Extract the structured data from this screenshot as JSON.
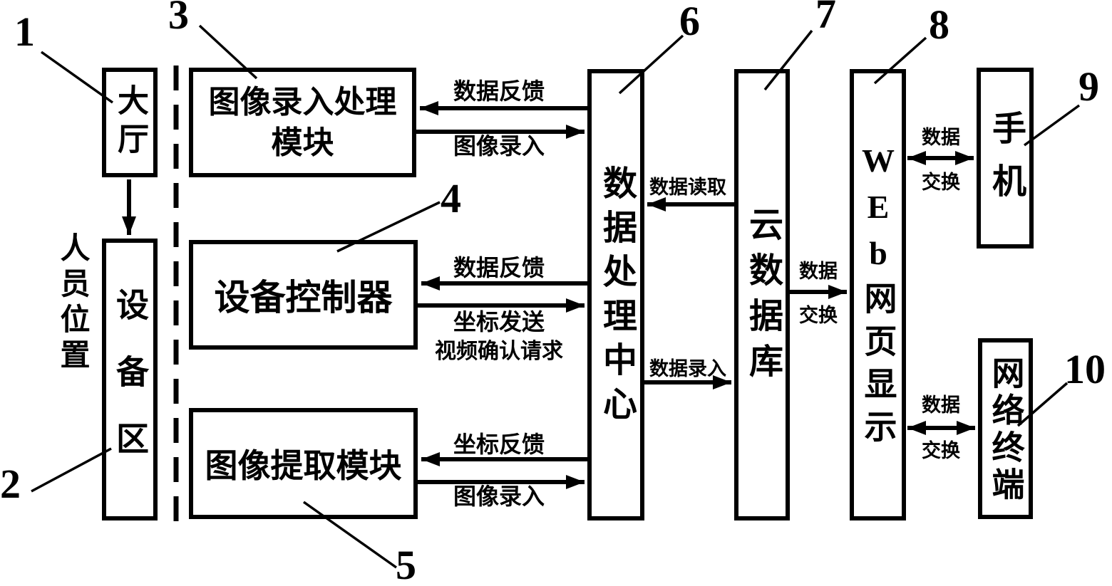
{
  "figure": {
    "type": "system-block-diagram",
    "colors": {
      "ink": "#000000",
      "background": "#ffffff"
    },
    "nodes": [
      {
        "num": "1",
        "label": "大厅"
      },
      {
        "num": "2",
        "label": "设备区"
      },
      {
        "num": "3",
        "label": "图像录入处理模块"
      },
      {
        "num": "4",
        "label": "设备控制器"
      },
      {
        "num": "5",
        "label": "图像提取模块"
      },
      {
        "num": "6",
        "label": "数据处理中心"
      },
      {
        "num": "7",
        "label": "云数据库"
      },
      {
        "num": "8",
        "label": "WEb网页显示"
      },
      {
        "num": "9",
        "label": "手机"
      },
      {
        "num": "10",
        "label": "网络终端"
      }
    ],
    "annotations": {
      "personnel_position": "人员位置"
    },
    "edges": [
      {
        "id": "hall-to-equipment",
        "from": "1",
        "to": "2",
        "labels": []
      },
      {
        "id": "dpc-to-image-input",
        "from": "6",
        "to": "3",
        "labels": [
          "数据反馈"
        ]
      },
      {
        "id": "image-input-to-dpc",
        "from": "3",
        "to": "6",
        "labels": [
          "图像录入"
        ]
      },
      {
        "id": "dpc-to-controller",
        "from": "6",
        "to": "4",
        "labels": [
          "数据反馈"
        ]
      },
      {
        "id": "controller-to-dpc",
        "from": "4",
        "to": "6",
        "labels": [
          "坐标发送",
          "视频确认请求"
        ]
      },
      {
        "id": "dpc-to-extraction",
        "from": "6",
        "to": "5",
        "labels": [
          "坐标反馈"
        ]
      },
      {
        "id": "extraction-to-dpc",
        "from": "5",
        "to": "6",
        "labels": [
          "图像录入"
        ]
      },
      {
        "id": "cloud-to-dpc",
        "from": "7",
        "to": "6",
        "labels": [
          "数据读取"
        ]
      },
      {
        "id": "dpc-to-cloud",
        "from": "6",
        "to": "7",
        "labels": [
          "数据录入"
        ]
      },
      {
        "id": "cloud-to-web",
        "from": "7",
        "to": "8",
        "labels": [
          "数据",
          "交换"
        ]
      },
      {
        "id": "web-phone",
        "from": "8",
        "to": "9",
        "labels": [
          "数据",
          "交换"
        ],
        "bidirectional": true
      },
      {
        "id": "web-terminal",
        "from": "8",
        "to": "10",
        "labels": [
          "数据",
          "交换"
        ],
        "bidirectional": true
      }
    ]
  }
}
